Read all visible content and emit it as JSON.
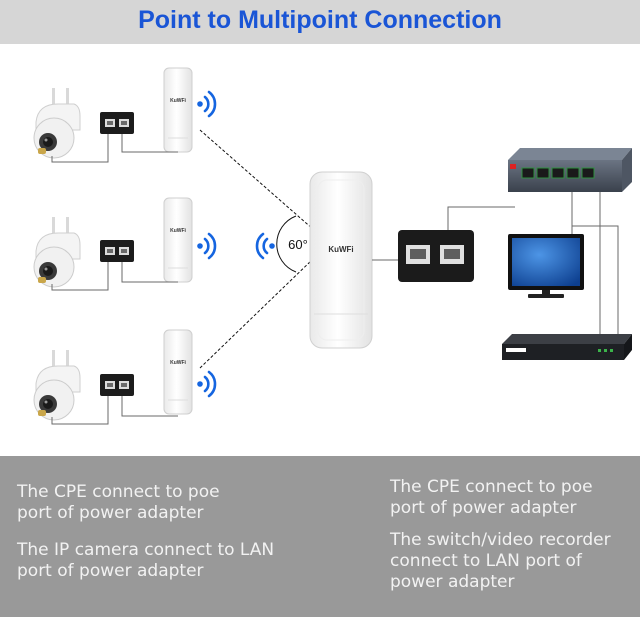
{
  "title": "Point to Multipoint Connection",
  "colors": {
    "title": "#1a55d6",
    "wifi": "#1565e0",
    "header_bg": "#d6d6d6",
    "footer_bg": "#999999",
    "caption_text": "#f2f2f2"
  },
  "diagram": {
    "angle_label": "60°",
    "brand": "KuWFi",
    "clients": [
      {
        "camera_icon": "ip-camera-icon",
        "adapter_icon": "poe-adapter-icon",
        "cpe_icon": "cpe-icon",
        "signal_icon": "wifi-signal-icon"
      },
      {
        "camera_icon": "ip-camera-icon",
        "adapter_icon": "poe-adapter-icon",
        "cpe_icon": "cpe-icon",
        "signal_icon": "wifi-signal-icon"
      },
      {
        "camera_icon": "ip-camera-icon",
        "adapter_icon": "poe-adapter-icon",
        "cpe_icon": "cpe-icon",
        "signal_icon": "wifi-signal-icon"
      }
    ],
    "base": {
      "cpe_icon": "cpe-icon",
      "signal_icon": "wifi-signal-icon",
      "adapter_icon": "poe-adapter-icon"
    },
    "network": {
      "switch_icon": "network-switch-icon",
      "monitor_icon": "monitor-icon",
      "nvr_icon": "video-recorder-icon"
    }
  },
  "captions": {
    "left": [
      {
        "line1": "The CPE connect to poe",
        "line2": "port of power adapter"
      },
      {
        "line1": "The IP camera connect to LAN",
        "line2": "port of power adapter"
      }
    ],
    "right": [
      {
        "line1": "The CPE connect to poe",
        "line2": "port of power adapter"
      },
      {
        "line1": "The switch/video recorder",
        "line2": "connect to LAN port of",
        "line3": "power adapter"
      }
    ]
  }
}
